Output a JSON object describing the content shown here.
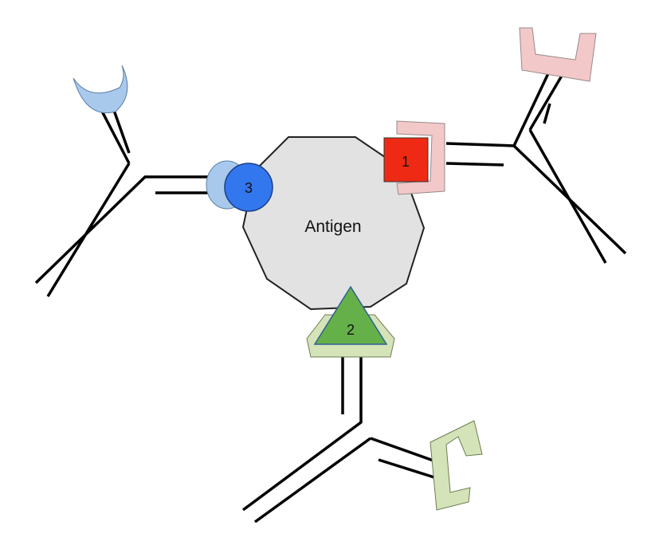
{
  "antigen": {
    "label": "Antigen"
  },
  "epitopes": [
    {
      "label": "1",
      "shape": "square",
      "color": "#ee2a14"
    },
    {
      "label": "2",
      "shape": "triangle",
      "color": "#66b04a"
    },
    {
      "label": "3",
      "shape": "circle",
      "color": "#3377ee"
    }
  ],
  "colors": {
    "antigen_fill": "#e2e2e2",
    "antigen_stroke": "#222222",
    "antibody_stroke": "#000000",
    "pink_binding_site": "#f2c8c8",
    "green_binding_site": "#d4e3b8",
    "blue_binding_site": "#a9c9ec"
  }
}
